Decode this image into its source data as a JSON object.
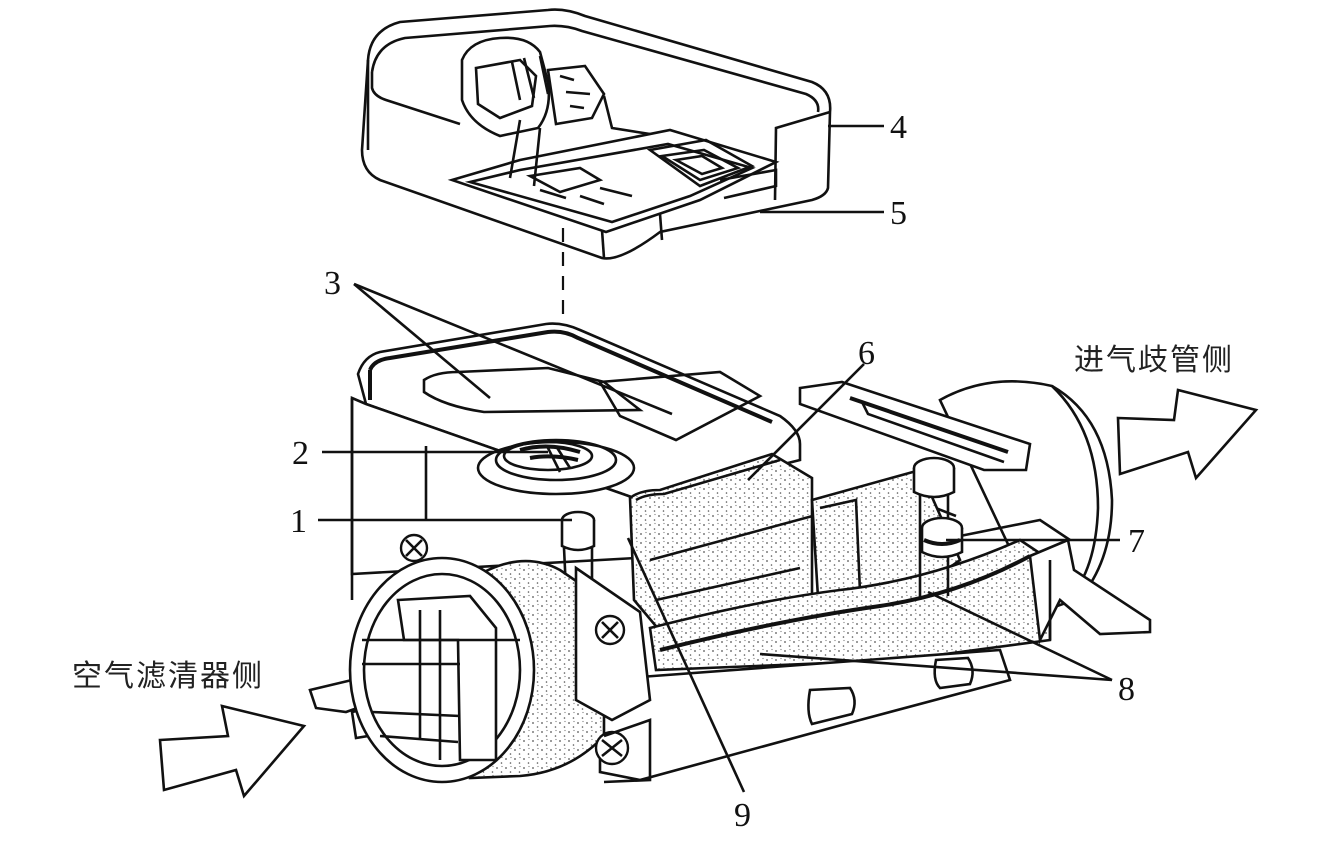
{
  "callouts": {
    "c1": "1",
    "c2": "2",
    "c3": "3",
    "c4": "4",
    "c5": "5",
    "c6": "6",
    "c7": "7",
    "c8": "8",
    "c9": "9"
  },
  "sides": {
    "intake_manifold": "进气歧管侧",
    "air_filter": "空气滤清器侧"
  }
}
